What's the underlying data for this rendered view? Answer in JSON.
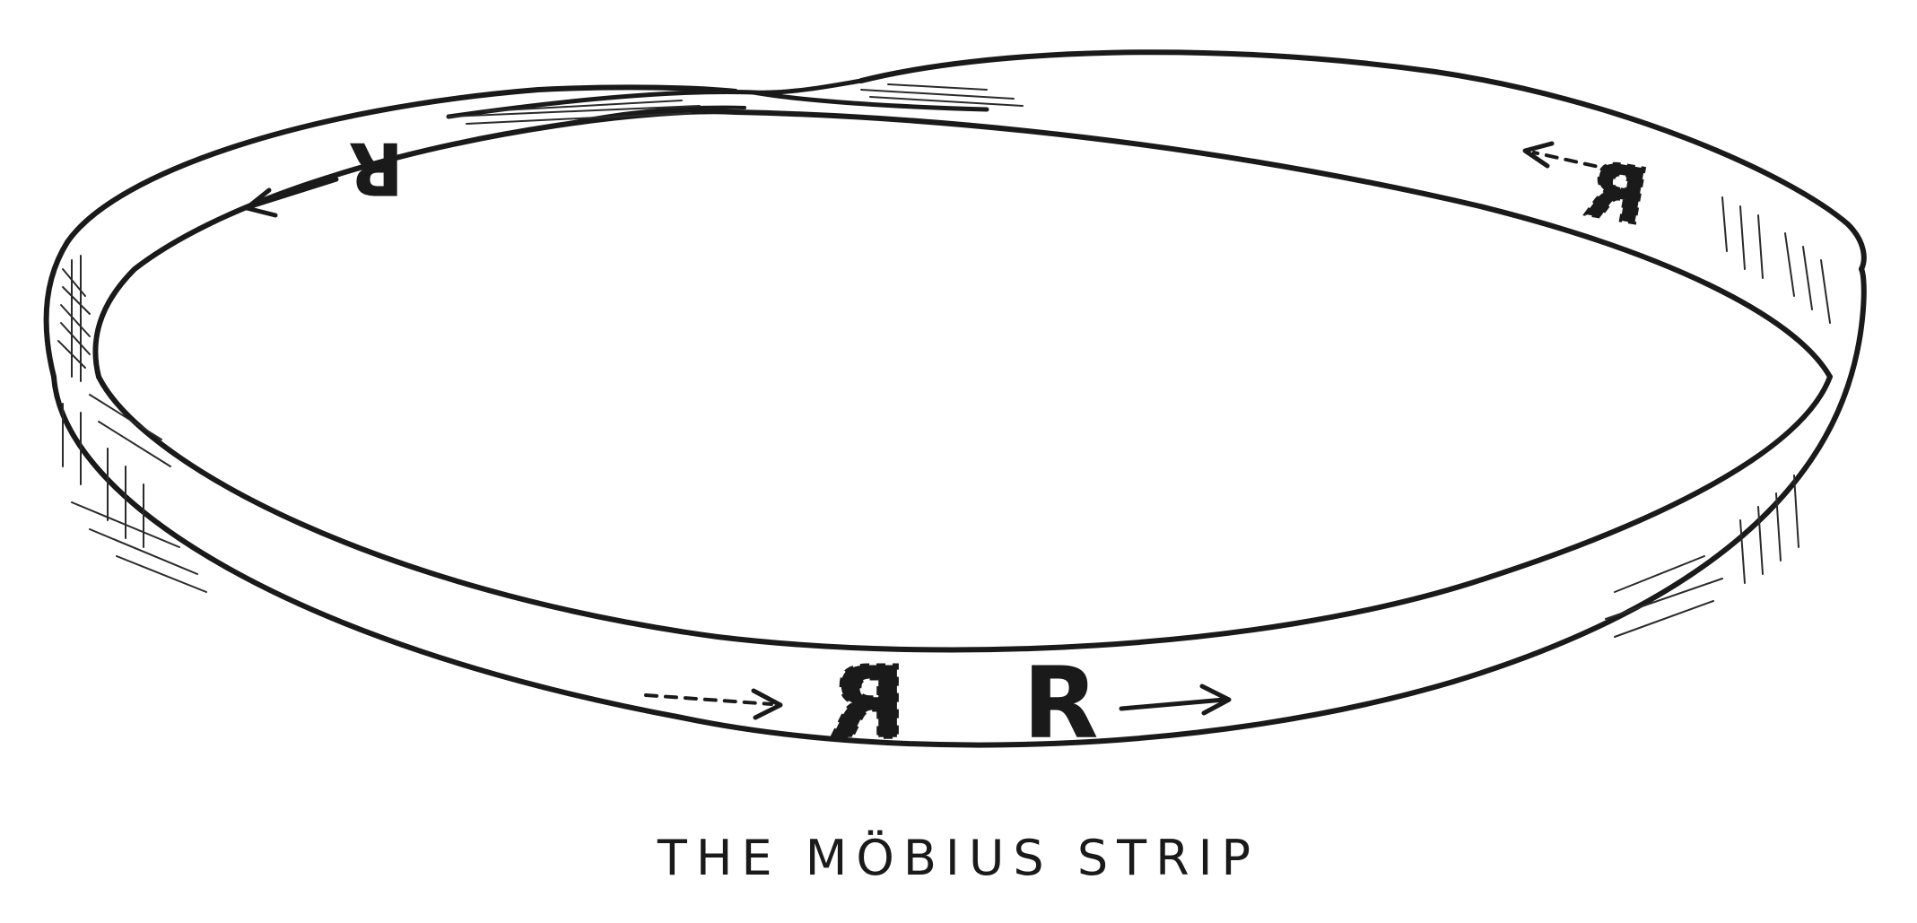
{
  "figure": {
    "caption": "THE MÖBIUS STRIP",
    "letter_front": "R",
    "letter_back_top": "R",
    "letter_mirrored_front": "R",
    "letter_mirrored_back": "R"
  },
  "colors": {
    "ink": "#1a1a1a",
    "paper": "#ffffff"
  }
}
